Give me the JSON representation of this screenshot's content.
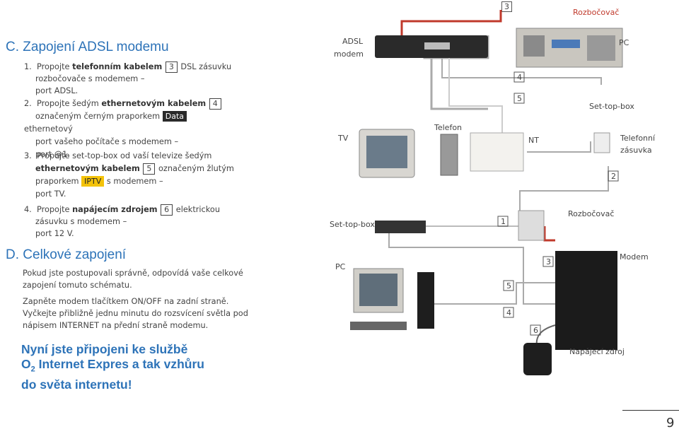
{
  "top": {
    "num3": "3",
    "rozbocovac": "Rozbočovač"
  },
  "sectionC": {
    "title": "C.  Zapojení ADSL modemu",
    "steps": [
      {
        "n": "1.",
        "a": "Propojte",
        "b": "telefonním kabelem",
        "box": "3",
        "c": "DSL zásuvku",
        "d": "rozbočovače s modemem –",
        "e": "port ADSL."
      },
      {
        "n": "2.",
        "a": "Propojte šedým",
        "b": "ethernetovým kabelem",
        "box": "4",
        "c": "označeným černým praporkem",
        "tag": "Data",
        "d": "ethernetový",
        "e": "port vašeho počítače s modemem –",
        "f": "port @1."
      },
      {
        "n": "3.",
        "a": "Propojte set-top-box od vaší televize šedým",
        "b": "ethernetovým kabelem",
        "box": "5",
        "c": "označeným žlutým",
        "d": "praporkem",
        "tag": "IPTV",
        "e": "s modemem –",
        "f": "port TV."
      },
      {
        "n": "4.",
        "a": "Propojte",
        "b": "napájecím zdrojem",
        "box": "6",
        "c": "elektrickou",
        "d": "zásuvku s modemem –",
        "e": "port 12 V."
      }
    ]
  },
  "sectionD": {
    "title": "D.  Celkové zapojení",
    "p1": "Pokud jste postupovali správně, odpovídá vaše celkové",
    "p1b": "zapojení tomuto schématu.",
    "p2": "Zapněte modem tlačítkem ON/OFF na zadní straně.",
    "p3": "Vyčkejte přibližně jednu minutu do rozsvícení světla pod",
    "p3b": "nápisem INTERNET na přední straně modemu."
  },
  "final": {
    "l1": "Nyní jste připojeni ke službě",
    "l2a": "O",
    "l2sub": "2",
    "l2b": " Internet Expres a tak vzhůru",
    "l3": "do světa internetu!"
  },
  "diagram": {
    "adsl1": "ADSL",
    "adsl2": "modem",
    "pc_top": "PC",
    "n4": "4",
    "n5": "5",
    "settop_top": "Set-top-box",
    "tv": "TV",
    "telefon": "Telefon",
    "nt": "NT",
    "tz1": "Telefonní",
    "tz2": "zásuvka",
    "n2": "2",
    "settop_mid": "Set-top-box",
    "n1": "1",
    "rozb_mid": "Rozbočovač",
    "pc_bot": "PC",
    "n3": "3",
    "modem": "Modem",
    "n5b": "5",
    "n4b": "4",
    "n6": "6",
    "zdroj": "Napájecí zdroj"
  },
  "page": "9"
}
